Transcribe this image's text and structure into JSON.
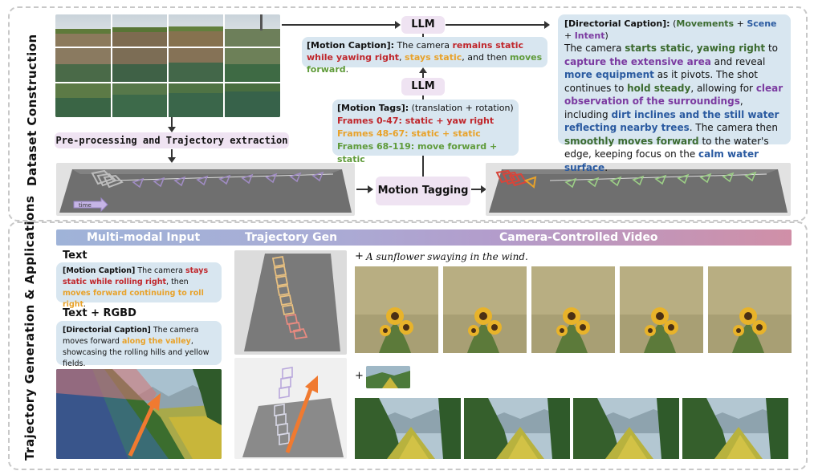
{
  "section_labels": {
    "top": "Dataset Construction",
    "bottom": "Trajectory Generation & Applications"
  },
  "top": {
    "llm_top": "LLM",
    "llm_mid": "LLM",
    "preprocessing": "Pre-processing and Trajectory extraction",
    "motion_tagging": "Motion Tagging",
    "time_label": "time",
    "motion_caption": {
      "label": "[Motion Caption]:",
      "p1": " The camera ",
      "red": "remains static while yawing right",
      "p2": ", ",
      "orange": "stays static",
      "p3": ", and then ",
      "green": "moves forward",
      "p4": "."
    },
    "motion_tags": {
      "label": "[Motion Tags]:",
      "sub": " (translation + rotation)",
      "f1": "Frames 0-47: static + yaw right",
      "f2": "Frames 48-67: static + static",
      "f3": "Frames 68-119: move forward + static"
    },
    "directorial": {
      "label": "[Directorial Caption]:",
      "lp": " (",
      "mov": "Movements",
      "plus1": " + ",
      "scene": "Scene",
      "plus2": " + ",
      "intent": "Intent",
      "rp": ")",
      "t1": "The camera ",
      "g1": "starts static",
      "t2": ", ",
      "g2": "yawing right",
      "t3": " to ",
      "p1": "capture the extensive area",
      "t4": " and reveal ",
      "b1": "more equipment",
      "t5": " as it pivots. The shot continues to ",
      "g3": "hold steady",
      "t6": ", allowing for ",
      "p2": "clear observation of the surroundings",
      "t7": ", including ",
      "b2": "dirt inclines and the still water reflecting nearby trees",
      "t8": ". The camera then ",
      "g4": "smoothly moves forward",
      "t9": " to the water's edge, keeping focus on the ",
      "b3": "calm water surface",
      "t10": "."
    }
  },
  "bottom": {
    "header": {
      "h1": "Multi-modal Input",
      "h2": "Trajectory Gen",
      "h3": "Camera-Controlled Video"
    },
    "text_title": "Text",
    "text_rgbd_title": "Text + RGBD",
    "caption1": {
      "label": "[Motion Caption]",
      "p1": " The camera ",
      "red": "stays static while rolling right",
      "p2": ", then ",
      "orange": "moves forward continuing to roll right",
      "p3": "."
    },
    "caption2": {
      "label": "[Directorial Caption]",
      "p1": " The camera moves forward ",
      "orange": "along the valley",
      "p2": ", showcasing the rolling hills and yellow fields."
    },
    "prompt_plus": "+",
    "prompt": "A sunflower swaying in the wind.",
    "plus2": "+"
  },
  "colors": {
    "red": "#c0262b",
    "orange": "#e8a22a",
    "green": "#5f9b3a",
    "blue": "#2a5aa0",
    "purple": "#7b3aa0",
    "bubble": "#d8e6f0",
    "purple_box": "#efe3f2"
  }
}
